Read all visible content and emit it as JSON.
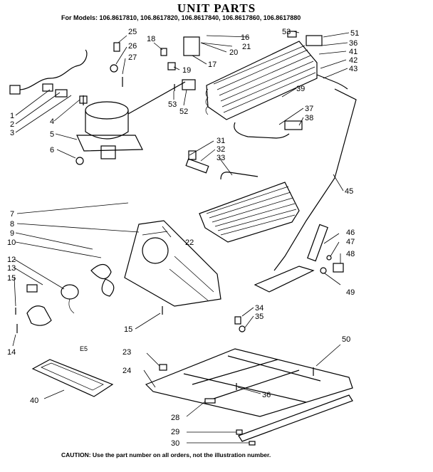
{
  "header": {
    "title": "UNIT PARTS",
    "models": "For Models: 106.8617810, 106.8617820, 106.8617840, 106.8617860, 106.8617880"
  },
  "caution": "CAUTION: Use the part number on all orders, not the illustration number.",
  "diagram_code": "E5",
  "callouts": [
    "1",
    "2",
    "3",
    "4",
    "5",
    "6",
    "7",
    "8",
    "9",
    "10",
    "12",
    "13",
    "14",
    "15",
    "15",
    "16",
    "17",
    "18",
    "19",
    "20",
    "21",
    "22",
    "23",
    "24",
    "25",
    "26",
    "27",
    "28",
    "29",
    "30",
    "31",
    "32",
    "33",
    "34",
    "35",
    "36",
    "36",
    "37",
    "38",
    "39",
    "40",
    "41",
    "42",
    "43",
    "45",
    "46",
    "47",
    "48",
    "49",
    "50",
    "51",
    "52",
    "53",
    "53"
  ]
}
